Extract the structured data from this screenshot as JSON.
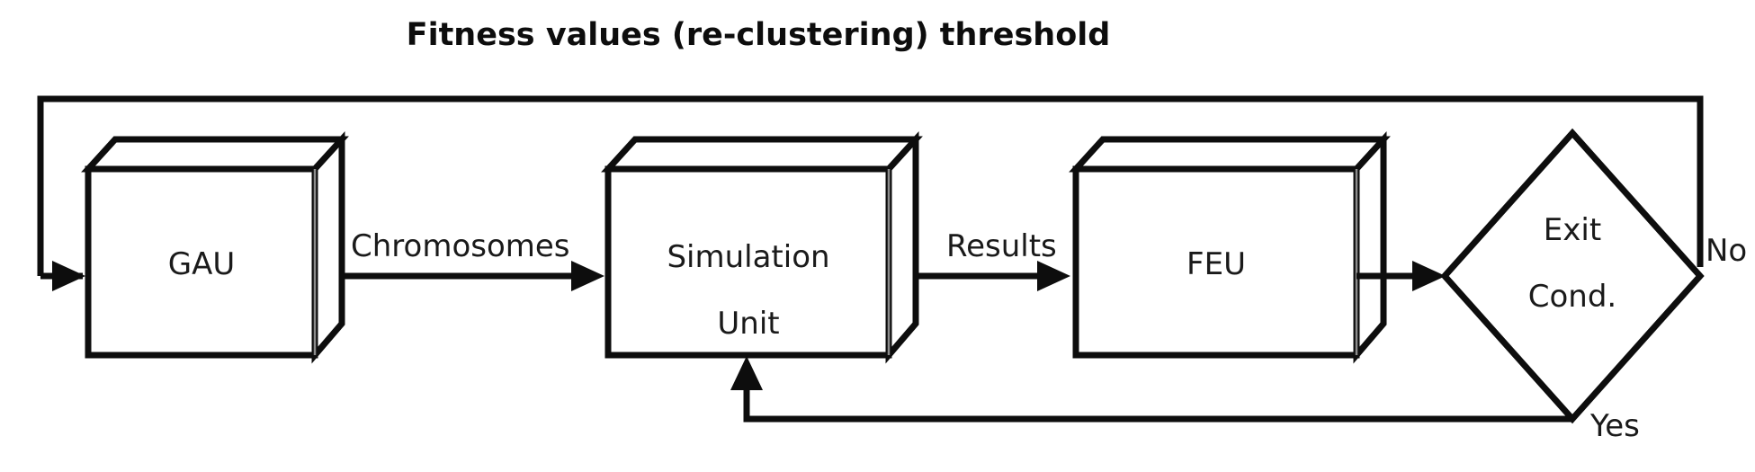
{
  "diagram": {
    "title": "Fitness values (re-clustering) threshold",
    "background_color": "#ffffff",
    "line_color": "#0d0d0d",
    "text_color": "#1a1a1a",
    "nodes": [
      {
        "id": "gau",
        "shape": "cube",
        "label": "GAU"
      },
      {
        "id": "sim_unit",
        "shape": "cube",
        "label_line1": "Simulation",
        "label_line2": "Unit"
      },
      {
        "id": "feu",
        "shape": "cube",
        "label": "FEU"
      },
      {
        "id": "exit_cond",
        "shape": "diamond",
        "label_line1": "Exit",
        "label_line2": "Cond."
      }
    ],
    "edges": [
      {
        "id": "gau_to_sim",
        "from": "gau",
        "to": "sim_unit",
        "label": "Chromosomes"
      },
      {
        "id": "sim_to_feu",
        "from": "sim_unit",
        "to": "feu",
        "label": "Results"
      },
      {
        "id": "feu_to_exit",
        "from": "feu",
        "to": "exit_cond",
        "label": ""
      },
      {
        "id": "exit_no_to_gau",
        "from": "exit_cond",
        "to": "gau",
        "label": "No"
      },
      {
        "id": "exit_yes_to_sim",
        "from": "exit_cond",
        "to": "sim_unit",
        "label": "Yes"
      }
    ],
    "branch_labels": {
      "no": "No",
      "yes": "Yes"
    }
  }
}
